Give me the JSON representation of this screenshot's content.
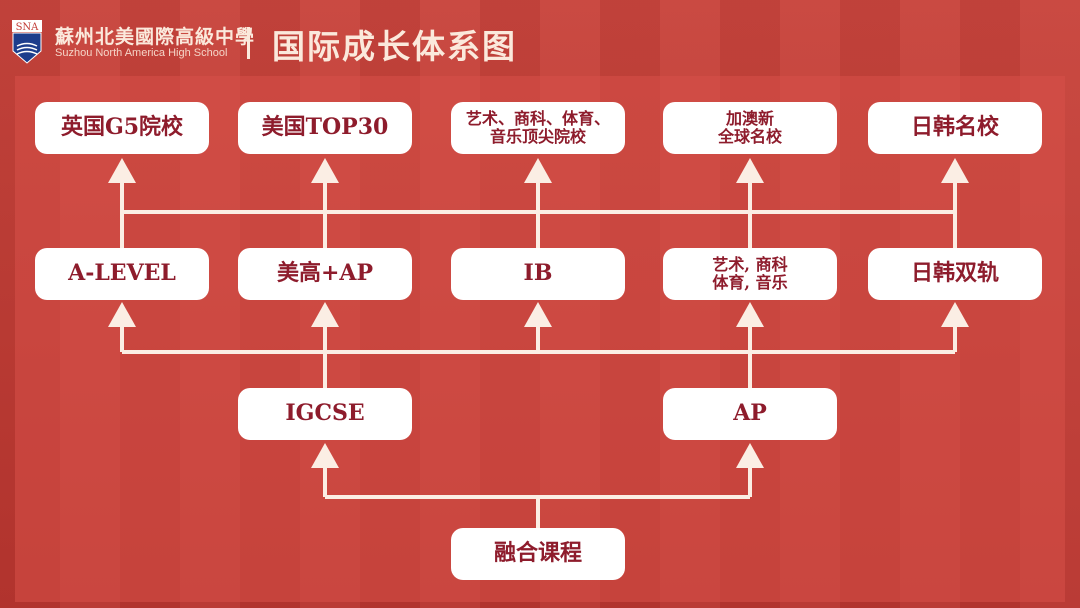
{
  "header": {
    "school_cn": "蘇州北美國際高級中學",
    "school_en": "Suzhou North America High School",
    "logo_text": "SNA",
    "title": "国际成长体系图"
  },
  "diagram": {
    "destinations": [
      {
        "lines": [
          "英国G5院校"
        ]
      },
      {
        "lines": [
          "美国TOP30"
        ]
      },
      {
        "lines": [
          "艺术、商科、体育、",
          "音乐顶尖院校"
        ]
      },
      {
        "lines": [
          "加澳新",
          "全球名校"
        ]
      },
      {
        "lines": [
          "日韩名校"
        ]
      }
    ],
    "programs": [
      {
        "lines": [
          "A-LEVEL"
        ]
      },
      {
        "lines": [
          "美高+AP"
        ]
      },
      {
        "lines": [
          "IB"
        ]
      },
      {
        "lines": [
          "艺术, 商科",
          "体育, 音乐"
        ]
      },
      {
        "lines": [
          "日韩双轨"
        ]
      }
    ],
    "foundations": [
      {
        "lines": [
          "IGCSE"
        ]
      },
      {
        "lines": [
          "AP"
        ]
      }
    ],
    "root": {
      "lines": [
        "融合课程"
      ]
    }
  },
  "colors": {
    "background": "#c23c36",
    "box_text": "#8e1c2c",
    "line": "#fbeee4"
  }
}
